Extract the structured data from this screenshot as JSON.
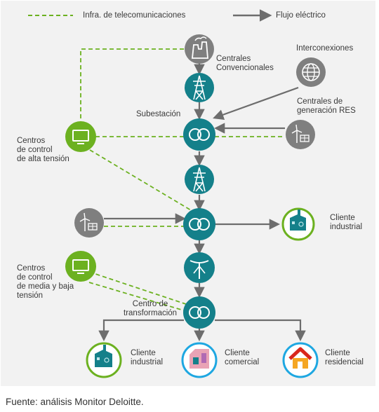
{
  "legend": {
    "telecom": "Infra. de telecomunicaciones",
    "flow": "Flujo eléctrico"
  },
  "labels": {
    "centrales_convencionales": "Centrales\nConvencionales",
    "interconexiones": "Interconexiones",
    "subestacion": "Subestación",
    "centrales_res": "Centrales de\ngeneración RES",
    "centros_alta": "Centros\nde control\nde alta tensión",
    "cliente_industrial_1": "Cliente\nindustrial",
    "centros_media": "Centros\nde control\nde media y baja\ntensión",
    "centro_transformacion": "Centro de\ntransformación",
    "cliente_industrial_2": "Cliente\nindustrial",
    "cliente_comercial": "Cliente\ncomercial",
    "cliente_residencial": "Cliente\nresidencial"
  },
  "source": "Fuente: análisis Monitor Deloitte.",
  "colors": {
    "teal": "#14808a",
    "grey": "#7f7f7f",
    "green": "#6cb120",
    "dash": "#6cb120",
    "arrow": "#6d6d6d",
    "background": "#f2f2f2"
  },
  "icons": [
    "power-plant-icon",
    "tower-icon",
    "transformer-icon",
    "globe-icon",
    "renewables-icon",
    "monitor-icon",
    "factory-icon",
    "distribution-pole-icon",
    "shop-icon",
    "house-icon"
  ]
}
